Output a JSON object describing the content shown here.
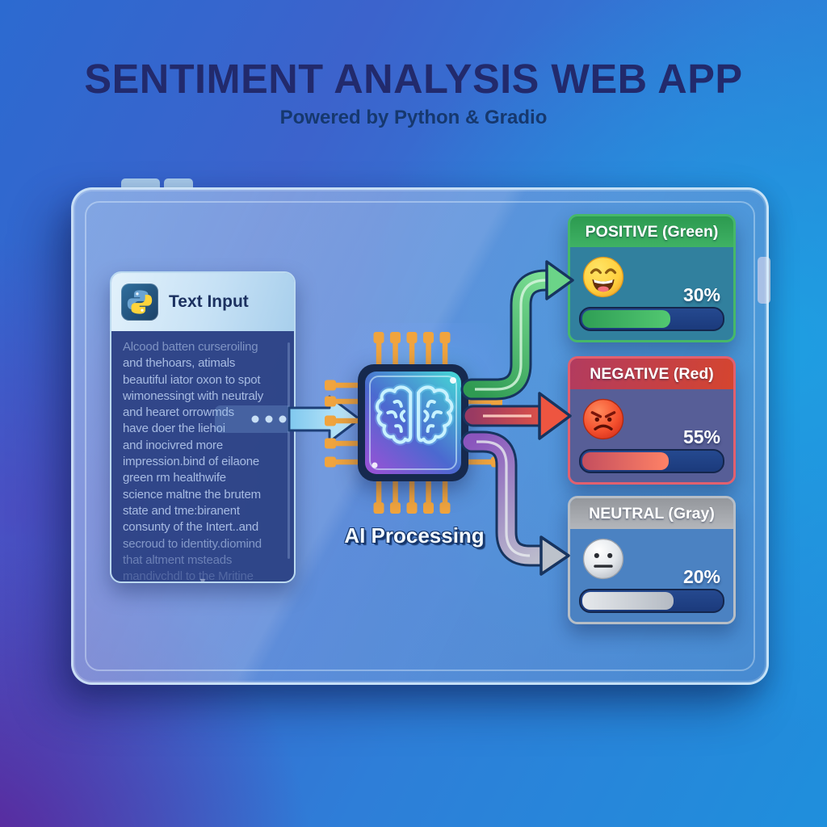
{
  "header": {
    "title": "SENTIMENT ANALYSIS WEB APP",
    "subtitle": "Powered by Python & Gradio"
  },
  "input_panel": {
    "label": "Text Input",
    "icon": "python-logo-icon",
    "lines": [
      "Alcood batten curseroiling",
      "and thehoars, atimals",
      "beautiful iator oxon to spot",
      "wimonessingt with neutraly",
      "and hearet orrowmds",
      "have doer the liehoi",
      "and inocivred more",
      "impression.bind of eilaone",
      "green rm healthwife",
      "science maltne the brutem",
      "state and tme:biranent",
      "consunty of the Intert..and",
      "secroud to identity.diomind",
      "that altment msteads",
      "mandivchdl to the Mritine"
    ],
    "scroll_indicator": "▾"
  },
  "processor": {
    "label": "AI Processing",
    "icon": "brain-chip-icon",
    "pin_color": "#f0a43e"
  },
  "results": [
    {
      "sentiment": "positive",
      "title": "POSITIVE (Green)",
      "emoji": "happy-face",
      "value_label": "30%",
      "bar_fill_percent": 62,
      "accent": "#3fb264"
    },
    {
      "sentiment": "negative",
      "title": "NEGATIVE (Red)",
      "emoji": "angry-face",
      "value_label": "55%",
      "bar_fill_percent": 61,
      "accent": "#e04a38"
    },
    {
      "sentiment": "neutral",
      "title": "NEUTRAL (Gray)",
      "emoji": "neutral-face",
      "value_label": "20%",
      "bar_fill_percent": 64,
      "accent": "#b3b8bf"
    }
  ]
}
